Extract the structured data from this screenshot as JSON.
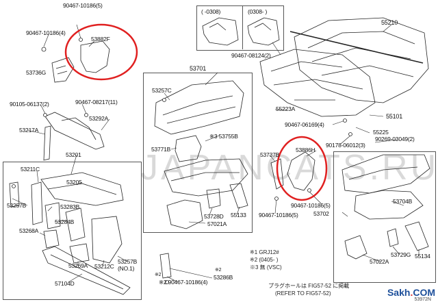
{
  "labels": {
    "p53882f": "53882F",
    "b9046710186_5_top": "90467-10186(5)",
    "b9046710186_4_top": "90467-10186(4)",
    "p53736g": "53736G",
    "b0308a": "(      -0308)",
    "b0308b": "(0308-      )",
    "b9046708124": "90467-08124(2)",
    "p55210": "55210",
    "p53701": "53701",
    "p53257c": "53257C",
    "b9010506137": "90105-06137(2)",
    "b9046708217": "90467-08217(11)",
    "p53292a": "53292A",
    "p53217a": "53217A",
    "p55223a": "55223A",
    "p55101": "55101",
    "b9046706169": "90467-06169(4)",
    "p55225": "55225",
    "b9017806012": "90178-06012(3)",
    "b9026903049": "90269-03049(2)",
    "p53755b": "※3 53755B",
    "p53771b": "53771B",
    "p53737b": "53737B",
    "p53886h": "53886H",
    "p53201": "53201",
    "p53211c": "53211C",
    "p53205": "53205",
    "p53257b_l": "53257B",
    "p53283b": "53283B",
    "p53284b": "53284B",
    "p53268a": "53268A",
    "p53728d": "53728D",
    "p55133": "55133",
    "p57021a": "57021A",
    "b9046710186_5_mid": "90467-10186(5)",
    "b9046710186_5_right": "90467-10186(5)",
    "p53702": "53702",
    "p53704b": "53704B",
    "p53269a": "53269A",
    "p53212c": "53212C",
    "p53257b_no1": "53257B",
    "no1": "(NO.1)",
    "p57104d": "57104D",
    "b2_9046710186": "※2 90467-10186(4)",
    "p53286b": "53286B",
    "p53729g": "53729G",
    "p55134": "55134",
    "p57022a": "57022A",
    "star2a": "※2",
    "star2b": "※2"
  },
  "notes": {
    "n1": "※1 GRJ12#",
    "n2": "※2 (0405-      )",
    "n3": "※3 無 (VSC)"
  },
  "refer": {
    "line1": "プラグホールは FIG57-52 に掲載",
    "line2": "(REFER TO FIG57-52)"
  },
  "watermark": "JAPANCATS.RU",
  "brand": {
    "text": "Sakh",
    "dot": ".",
    "suffix": "COM"
  },
  "figure_id": "53972N",
  "colors": {
    "highlight": "#e02020",
    "line": "#222222",
    "box": "#555555"
  }
}
